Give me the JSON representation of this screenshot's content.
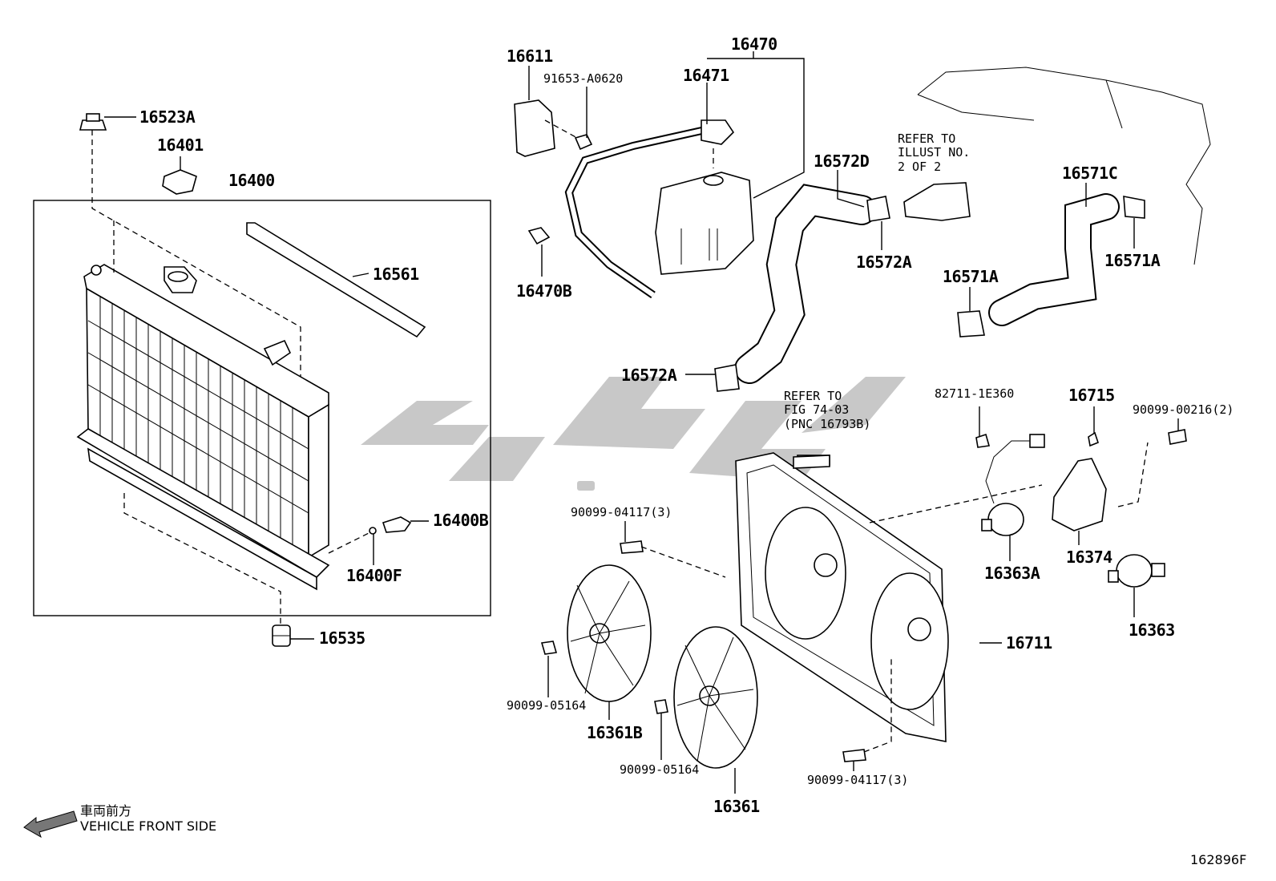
{
  "labels": {
    "p16611": "16611",
    "p91653": "91653-A0620",
    "p16471": "16471",
    "p16470": "16470",
    "p16523A": "16523A",
    "p16401": "16401",
    "p16400": "16400",
    "p16561": "16561",
    "p16470B": "16470B",
    "p16572D": "16572D",
    "p16572A_top": "16572A",
    "p16572A_mid": "16572A",
    "p16571C": "16571C",
    "p16571A_left": "16571A",
    "p16571A_right": "16571A",
    "p16400B": "16400B",
    "p16400F": "16400F",
    "p16535": "16535",
    "p82711": "82711-1E360",
    "p16715": "16715",
    "p90099_00216": "90099-00216(2)",
    "p90099_04117_top": "90099-04117(3)",
    "p16374": "16374",
    "p16363A": "16363A",
    "p16363": "16363",
    "p16711": "16711",
    "p90099_05164_left": "90099-05164",
    "p16361B": "16361B",
    "p90099_05164_mid": "90099-05164",
    "p16361": "16361",
    "p90099_04117_bottom": "90099-04117(3)"
  },
  "notes": {
    "refer_illust": [
      "REFER TO",
      "ILLUST NO.",
      "2 OF 2"
    ],
    "refer_fig": [
      "REFER TO",
      "FIG 74-03",
      "(PNC 16793B)"
    ]
  },
  "footer": {
    "direction_jp": "車両前方",
    "direction_en": "VEHICLE FRONT SIDE",
    "figure_code": "162896F"
  }
}
